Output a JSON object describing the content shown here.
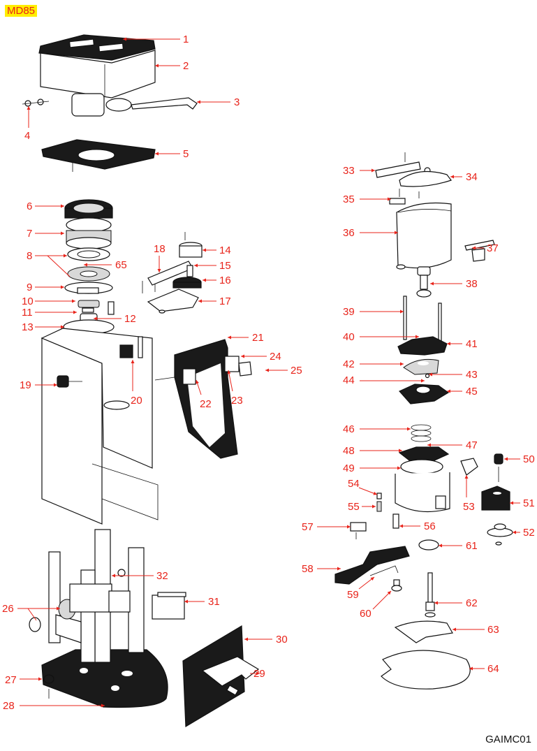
{
  "header": {
    "model": "MD85"
  },
  "footer": {
    "drawing_code": "GAIMC01"
  },
  "callouts": [
    {
      "n": "1"
    },
    {
      "n": "2"
    },
    {
      "n": "3"
    },
    {
      "n": "4"
    },
    {
      "n": "5"
    },
    {
      "n": "6"
    },
    {
      "n": "7"
    },
    {
      "n": "8"
    },
    {
      "n": "9"
    },
    {
      "n": "10"
    },
    {
      "n": "11"
    },
    {
      "n": "12"
    },
    {
      "n": "13"
    },
    {
      "n": "14"
    },
    {
      "n": "15"
    },
    {
      "n": "16"
    },
    {
      "n": "17"
    },
    {
      "n": "18"
    },
    {
      "n": "19"
    },
    {
      "n": "20"
    },
    {
      "n": "21"
    },
    {
      "n": "22"
    },
    {
      "n": "23"
    },
    {
      "n": "24"
    },
    {
      "n": "25"
    },
    {
      "n": "26"
    },
    {
      "n": "27"
    },
    {
      "n": "28"
    },
    {
      "n": "29"
    },
    {
      "n": "30"
    },
    {
      "n": "31"
    },
    {
      "n": "32"
    },
    {
      "n": "33"
    },
    {
      "n": "34"
    },
    {
      "n": "35"
    },
    {
      "n": "36"
    },
    {
      "n": "37"
    },
    {
      "n": "38"
    },
    {
      "n": "39"
    },
    {
      "n": "40"
    },
    {
      "n": "41"
    },
    {
      "n": "42"
    },
    {
      "n": "43"
    },
    {
      "n": "44"
    },
    {
      "n": "45"
    },
    {
      "n": "46"
    },
    {
      "n": "47"
    },
    {
      "n": "48"
    },
    {
      "n": "49"
    },
    {
      "n": "50"
    },
    {
      "n": "51"
    },
    {
      "n": "52"
    },
    {
      "n": "53"
    },
    {
      "n": "54"
    },
    {
      "n": "55"
    },
    {
      "n": "56"
    },
    {
      "n": "57"
    },
    {
      "n": "58"
    },
    {
      "n": "59"
    },
    {
      "n": "60"
    },
    {
      "n": "61"
    },
    {
      "n": "62"
    },
    {
      "n": "63"
    },
    {
      "n": "64"
    },
    {
      "n": "65"
    }
  ],
  "colors": {
    "callout": "#e8231a",
    "badge_bg": "#ffee00",
    "line_art": "#111111"
  }
}
